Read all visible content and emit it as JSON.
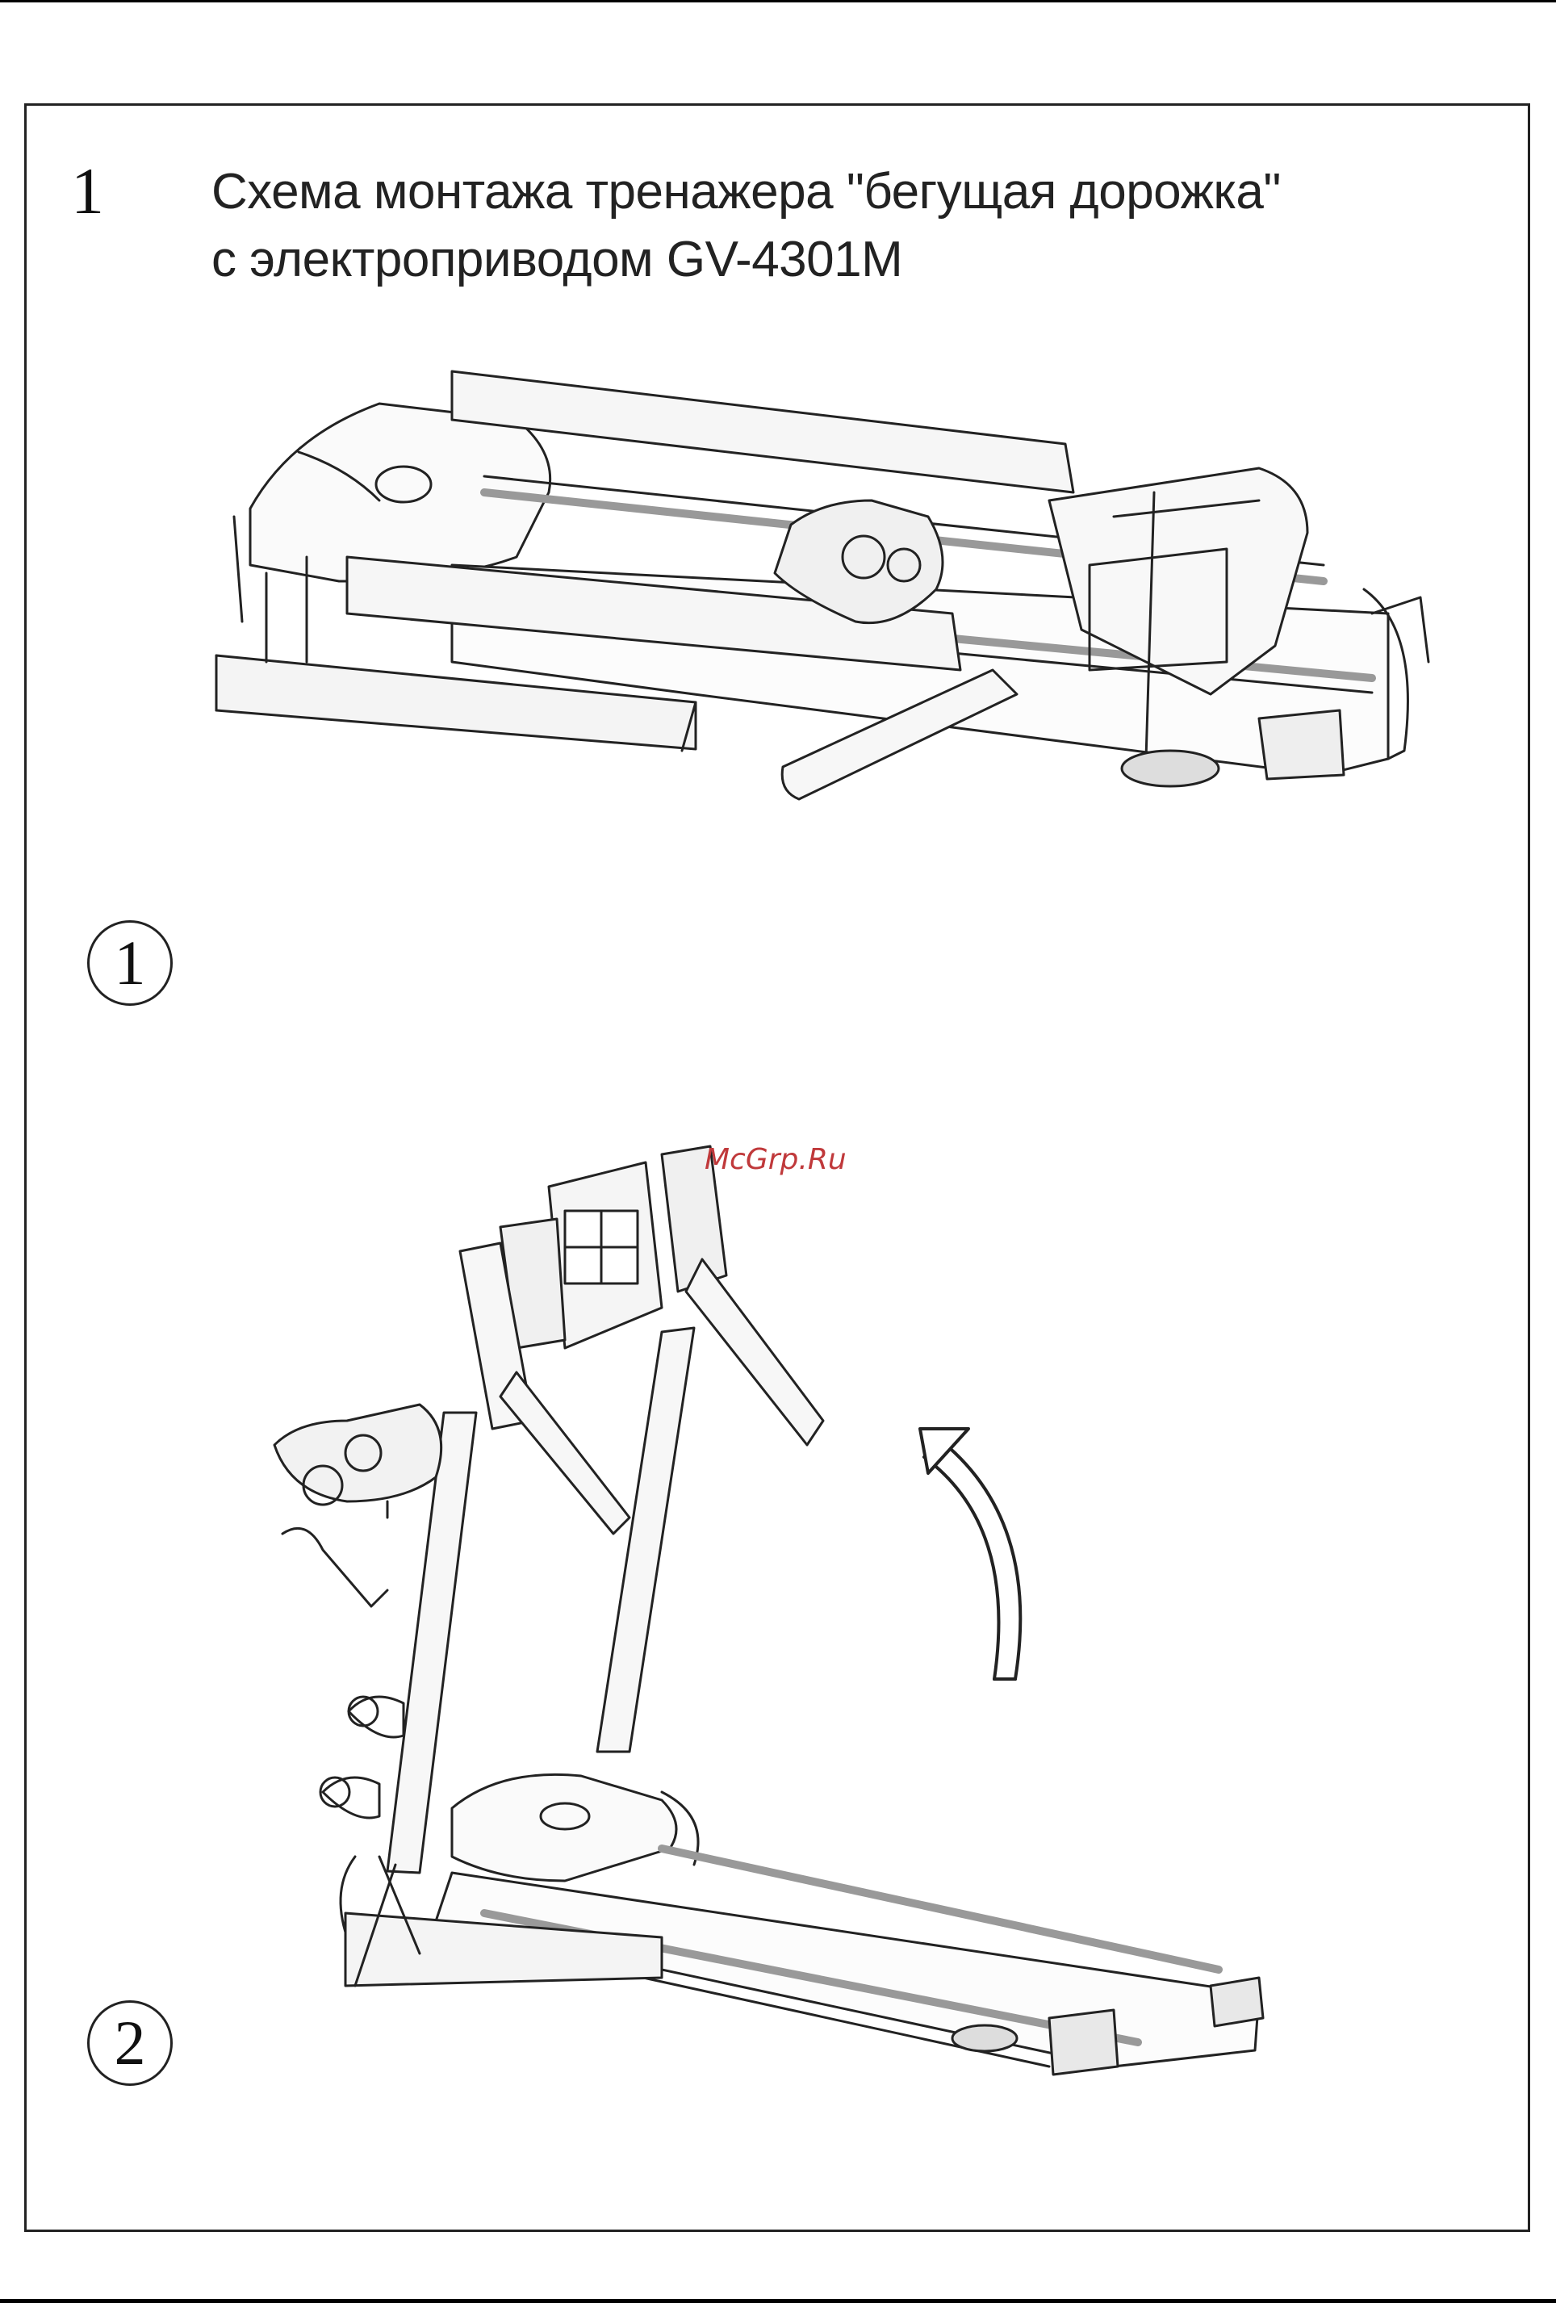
{
  "page": {
    "number": "1",
    "title_line1": "Схема монтажа тренажера \"бегущая дорожка\"",
    "title_line2": "с электроприводом GV-4301M"
  },
  "steps": [
    {
      "label": "1"
    },
    {
      "label": "2"
    }
  ],
  "watermark": "McGrp.Ru"
}
